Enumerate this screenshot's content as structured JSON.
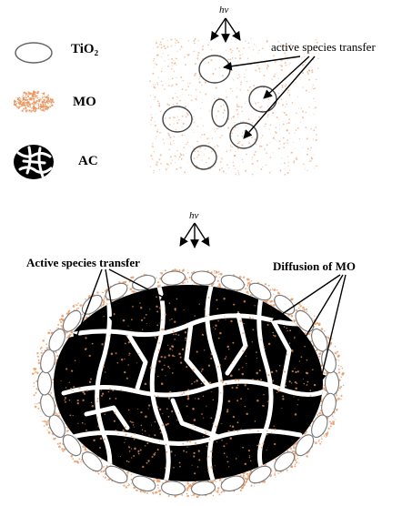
{
  "legend": [
    {
      "key": "tio2",
      "label": "TiO₂"
    },
    {
      "key": "mo",
      "label": "MO"
    },
    {
      "key": "ac",
      "label": "AC"
    }
  ],
  "top_panel": {
    "light_label": "hv",
    "annotation": "active species transfer"
  },
  "bottom_panel": {
    "light_label": "hv",
    "annotation_left": "Active species transfer",
    "annotation_right": "Diffusion of MO"
  },
  "colors": {
    "mo_dots": "#e8955e",
    "ac_body": "#000000",
    "channel": "#ffffff",
    "outline": "#555555"
  }
}
